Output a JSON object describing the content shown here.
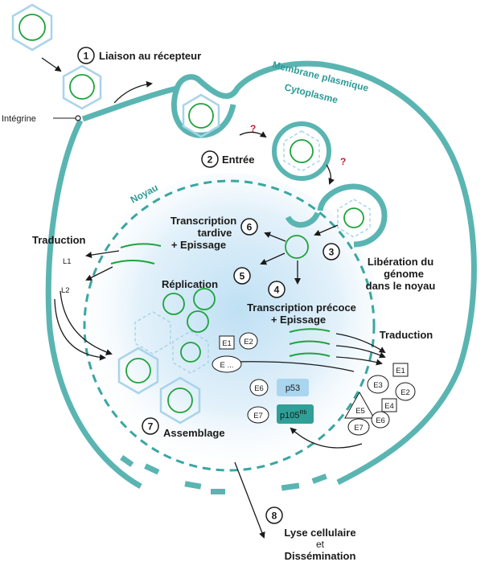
{
  "labels": {
    "step1": "Liaison au récepteur",
    "integrin": "Intégrine",
    "membrane": "Membrane plasmique",
    "cytoplasm": "Cytoplasme",
    "step2": "Entrée",
    "question": "?",
    "nucleus": "Noyau",
    "translation_left": "Traduction",
    "L1": "L1",
    "L2": "L2",
    "late_line1": "Transcription",
    "late_line2": "tardive",
    "late_line3": "+ Epissage",
    "release_line1": "Libération du",
    "release_line2": "génome",
    "release_line3": "dans le noyau",
    "replication": "Réplication",
    "early_line1": "Transcription précoce",
    "early_line2": "+ Epissage",
    "translation_right": "Traduction",
    "assembly": "Assemblage",
    "lysis_line1": "Lyse cellulaire",
    "lysis_line2": "et",
    "lysis_line3": "Dissémination"
  },
  "steps": [
    "1",
    "2",
    "3",
    "4",
    "5",
    "6",
    "7",
    "8"
  ],
  "proteins": {
    "E1": "E1",
    "E2": "E2",
    "E_etc": "E ...",
    "E3": "E3",
    "E4": "E4",
    "E5": "E5",
    "E6": "E6",
    "E7": "E7",
    "p53": "p53",
    "p105": "p105",
    "p105_sup": "Rb"
  },
  "colors": {
    "membrane": "#5ab5b2",
    "membrane_dark": "#2e9a98",
    "nucleus_glow": "#cfe7f6",
    "capsid": "#a9d3ea",
    "genome": "#1ea33c",
    "question": "#c0203a",
    "p53_box": "#a9d6ee",
    "p105_box": "#2f9f98",
    "text": "#1a1a1a"
  }
}
